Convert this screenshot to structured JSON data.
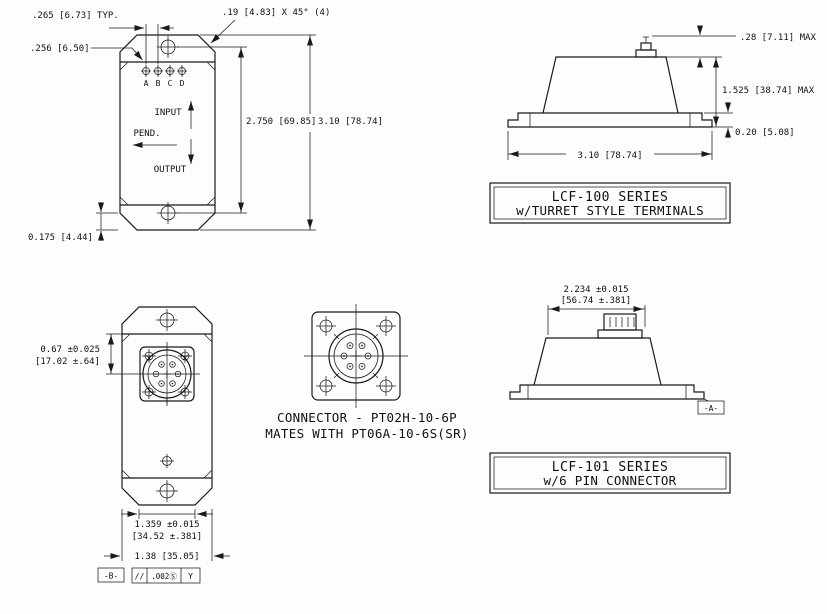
{
  "front_turret_view": {
    "dim_terminal_spacing": ".265 [6.73] TYP.",
    "dim_terminal_offset": ".256 [6.50]",
    "dim_chamfer": ".19 [4.83] X 45° (4)",
    "dim_hole_spacing": "2.750 [69.85]",
    "dim_overall_length": "3.10 [78.74]",
    "dim_hole_to_edge": "0.175 [4.44]",
    "terminal_labels": [
      "A",
      "B",
      "C",
      "D"
    ],
    "axis": {
      "input": "INPUT",
      "pend": "PEND.",
      "output": "OUTPUT"
    }
  },
  "side_turret_view": {
    "dim_terminal_height": ".28 [7.11] MAX",
    "dim_overall_height": "1.525 [38.74] MAX",
    "dim_base_thickness": "0.20 [5.08]",
    "dim_width": "3.10 [78.74]",
    "title_line1": "LCF-100 SERIES",
    "title_line2": "w/TURRET STYLE TERMINALS"
  },
  "front_connector_view": {
    "dim_center_inch": "0.67 ±0.025",
    "dim_center_mm": "[17.02 ±.64]",
    "dim_width_inch": "1.359 ±0.015",
    "dim_width_mm": "[34.52 ±.381]",
    "dim_overall": "1.38 [35.05]",
    "datum": "-B-",
    "fcf_symbol": "//",
    "fcf_tolerance": ".002Ⓢ",
    "fcf_datum": "Y"
  },
  "connector_face_view": {
    "caption_line1": "CONNECTOR - PT02H-10-6P",
    "caption_line2": "MATES WITH PT06A-10-6S(SR)"
  },
  "side_connector_view": {
    "dim_position_inch": "2.234 ±0.015",
    "dim_position_mm": "[56.74 ±.381]",
    "datum": "-A-",
    "title_line1": "LCF-101 SERIES",
    "title_line2": "w/6 PIN CONNECTOR"
  }
}
